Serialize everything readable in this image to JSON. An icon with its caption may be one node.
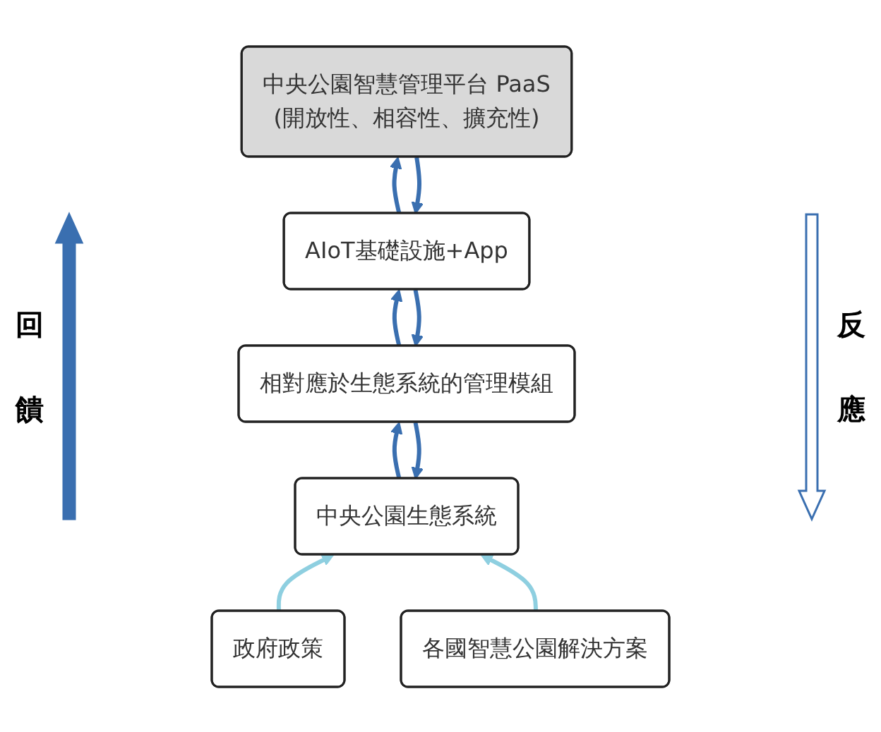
{
  "diagram": {
    "nodes": [
      {
        "text": [
          "中央公園智慧管理平台 PaaS",
          "(開放性、相容性、擴充性)"
        ]
      },
      {
        "text": [
          "AIoT基礎設施+App"
        ]
      },
      {
        "text": [
          "相對應於生態系統的管理模組"
        ]
      },
      {
        "text": [
          "中央公園生態系統"
        ]
      },
      {
        "text": [
          "政府政策"
        ]
      },
      {
        "text": [
          "各國智慧公園解決方案"
        ]
      }
    ],
    "edges": [
      {
        "from": 1,
        "to": 0,
        "arrow": "to"
      },
      {
        "from": 0,
        "to": 1,
        "arrow": "to"
      },
      {
        "from": 2,
        "to": 1,
        "arrow": "to"
      },
      {
        "from": 1,
        "to": 2,
        "arrow": "to"
      },
      {
        "from": 3,
        "to": 2,
        "arrow": "to"
      },
      {
        "from": 2,
        "to": 3,
        "arrow": "to"
      },
      {
        "from": 4,
        "to": 3,
        "arrow": "to",
        "color": "#8ecfe0"
      },
      {
        "from": 5,
        "to": 3,
        "arrow": "to",
        "color": "#8ecfe0"
      }
    ],
    "labels": [
      "回饋",
      "反應"
    ]
  }
}
